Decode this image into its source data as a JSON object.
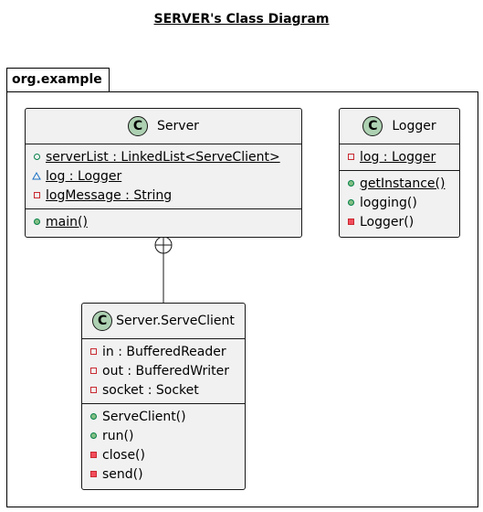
{
  "title": "SERVER's Class Diagram",
  "package": {
    "name": "org.example"
  },
  "classes": {
    "server": {
      "stereotype_letter": "C",
      "name": "Server",
      "fields": [
        {
          "visibility": "public",
          "text": "serverList : LinkedList<ServeClient>",
          "static": true
        },
        {
          "visibility": "package",
          "text": "log : Logger",
          "static": true
        },
        {
          "visibility": "private",
          "text": "logMessage : String",
          "static": true
        }
      ],
      "methods": [
        {
          "visibility": "public",
          "text": "main()",
          "static": true
        }
      ]
    },
    "logger": {
      "stereotype_letter": "C",
      "name": "Logger",
      "fields": [
        {
          "visibility": "private",
          "text": "log : Logger",
          "static": true
        }
      ],
      "methods": [
        {
          "visibility": "public",
          "text": "getInstance()",
          "static": true
        },
        {
          "visibility": "public",
          "text": "logging()",
          "static": false
        },
        {
          "visibility": "private",
          "text": "Logger()",
          "static": false
        }
      ]
    },
    "serveclient": {
      "stereotype_letter": "C",
      "name": "Server.ServeClient",
      "fields": [
        {
          "visibility": "private",
          "text": "in : BufferedReader",
          "static": false
        },
        {
          "visibility": "private",
          "text": "out : BufferedWriter",
          "static": false
        },
        {
          "visibility": "private",
          "text": "socket : Socket",
          "static": false
        }
      ],
      "methods": [
        {
          "visibility": "public",
          "text": "ServeClient()",
          "static": false
        },
        {
          "visibility": "public",
          "text": "run()",
          "static": false
        },
        {
          "visibility": "private",
          "text": "close()",
          "static": false
        },
        {
          "visibility": "private",
          "text": "send()",
          "static": false
        }
      ]
    }
  },
  "relations": [
    {
      "from": "Server",
      "to": "Server.ServeClient",
      "type": "nested"
    }
  ],
  "colors": {
    "class_fill": "#f1f1f1",
    "class_icon": "#add1b2",
    "public_stroke": "#038048",
    "public_method_fill": "#84be84",
    "private_stroke": "#c82930",
    "private_method_fill": "#f24d5c",
    "package_stroke": "#1a71c4"
  }
}
